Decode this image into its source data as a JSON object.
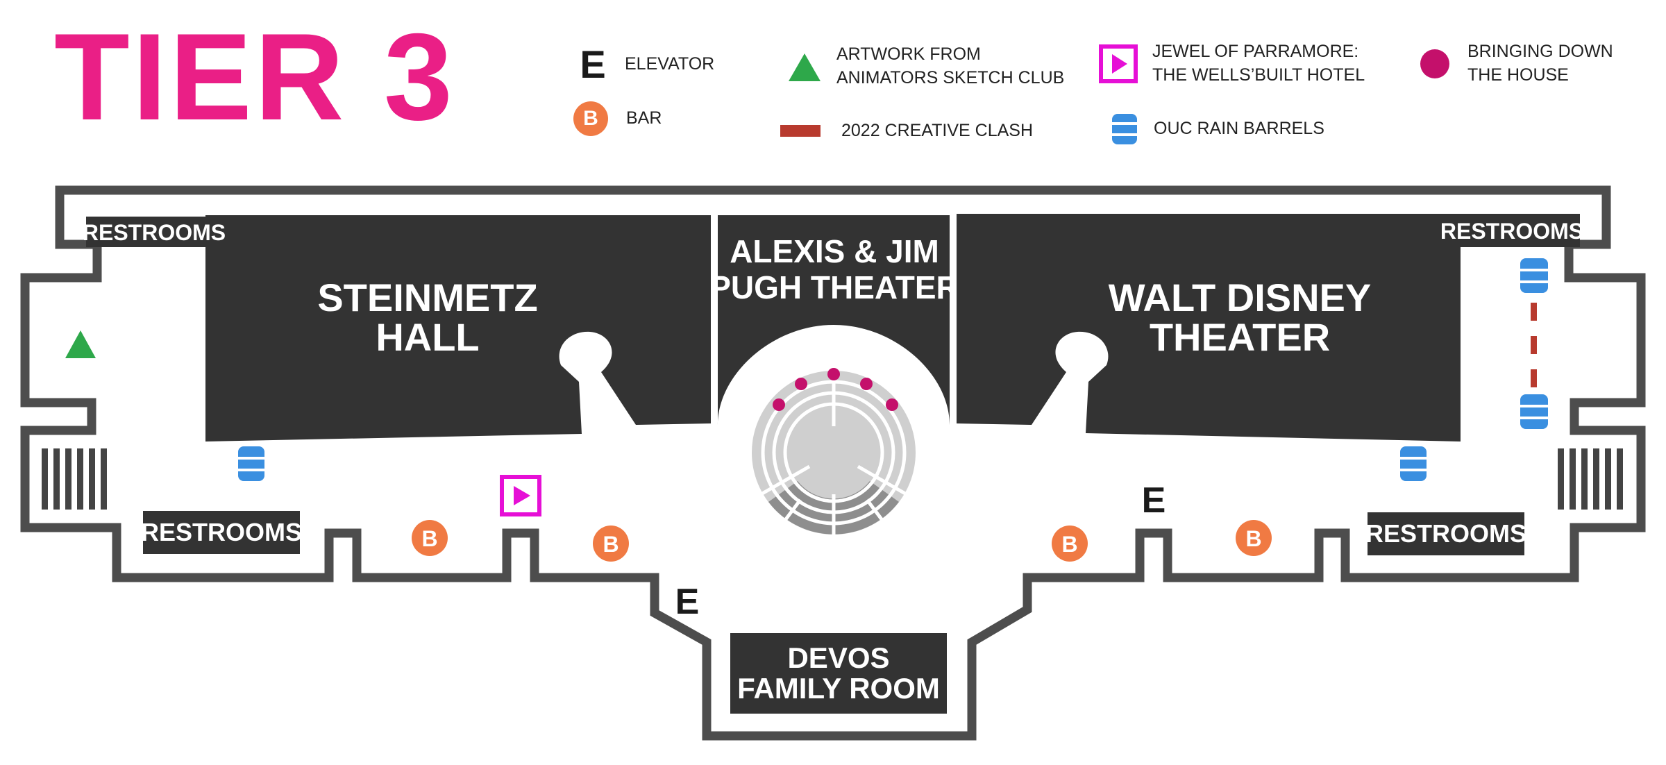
{
  "title": "TIER 3",
  "legend": {
    "elevator": {
      "symbol": "E",
      "label": "ELEVATOR"
    },
    "bar": {
      "symbol": "B",
      "label": "BAR"
    },
    "artwork": {
      "label_line1": "ARTWORK FROM",
      "label_line2": "ANIMATORS SKETCH CLUB"
    },
    "clash": {
      "label": "2022 CREATIVE CLASH"
    },
    "jewel": {
      "label_line1": "JEWEL OF PARRAMORE:",
      "label_line2": "THE WELLS’BUILT HOTEL"
    },
    "rain": {
      "label": "OUC RAIN BARRELS"
    },
    "house": {
      "label_line1": "BRINGING DOWN",
      "label_line2": "THE HOUSE"
    }
  },
  "rooms": {
    "steinmetz": {
      "line1": "STEINMETZ",
      "line2": "HALL"
    },
    "pugh": {
      "line1": "ALEXIS & JIM",
      "line2": "PUGH THEATER"
    },
    "disney": {
      "line1": "WALT DISNEY",
      "line2": "THEATER"
    },
    "devos": {
      "line1": "DEVOS",
      "line2": "FAMILY ROOM"
    },
    "restrooms_tl": "RESTROOMS",
    "restrooms_tr": "RESTROOMS",
    "restrooms_bl": "RESTROOMS",
    "restrooms_br": "RESTROOMS"
  },
  "markers": {
    "elevator_symbol": "E",
    "bar_symbol": "B"
  },
  "colors": {
    "title": "#ea1f86",
    "room": "#333333",
    "wall": "#4d4d4d",
    "artwork": "#2ea84a",
    "clash": "#b83a2e",
    "jewel": "#e60fd6",
    "rain": "#3a8fe0",
    "house": "#c4106b",
    "bar": "#f07a43",
    "seat_light": "#cfcfcf",
    "seat_dark": "#8e8e8e"
  }
}
